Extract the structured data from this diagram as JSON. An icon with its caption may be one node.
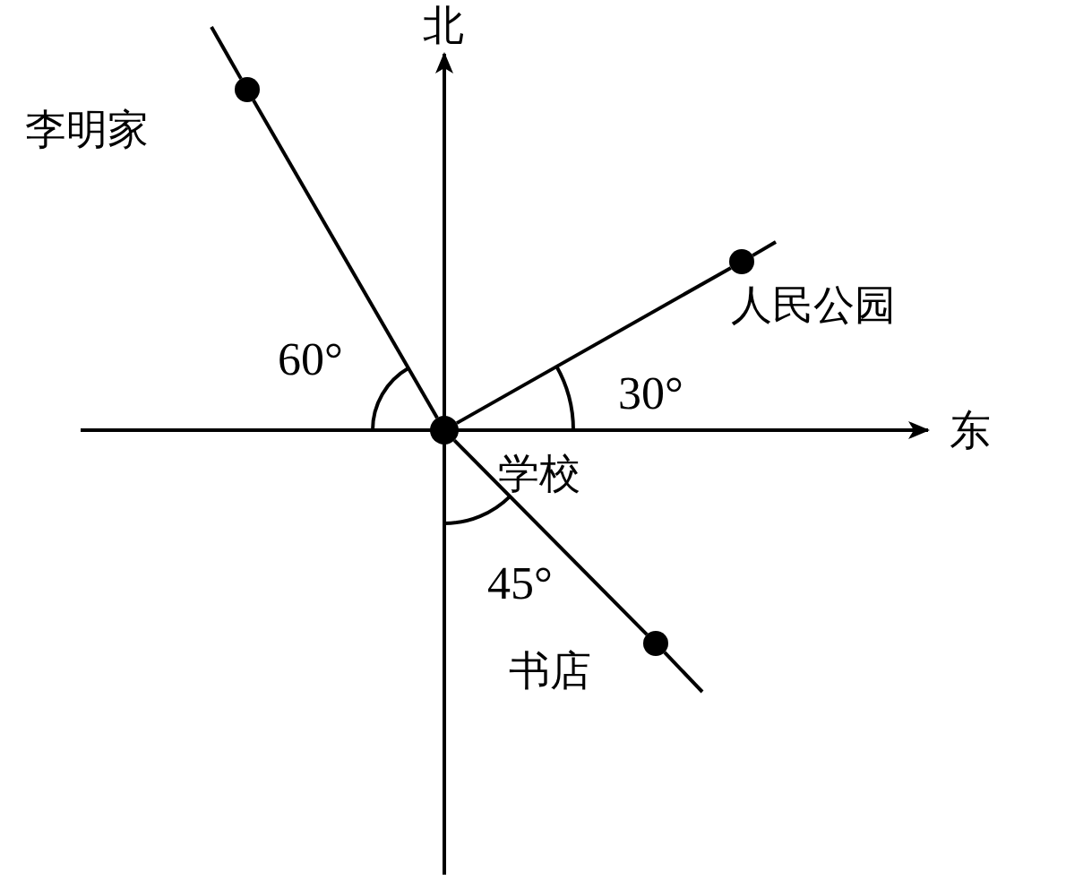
{
  "diagram": {
    "nodes": [
      {
        "text": [
          "学校"
        ]
      },
      {
        "text": [
          "李明家"
        ]
      },
      {
        "text": [
          "人民公园"
        ]
      },
      {
        "text": [
          "书店"
        ]
      }
    ],
    "edges": [
      {
        "from": 0,
        "to": 1,
        "arrow": "none"
      },
      {
        "from": 0,
        "to": 2,
        "arrow": "none"
      },
      {
        "from": 0,
        "to": 3,
        "arrow": "none"
      }
    ],
    "labels": [
      "北",
      "东",
      "60°",
      "30°",
      "45°"
    ]
  }
}
